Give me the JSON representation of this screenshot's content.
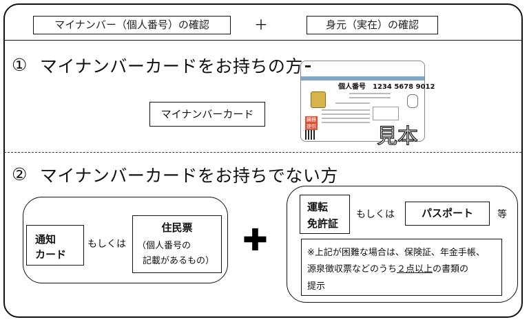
{
  "header": {
    "left_label": "マイナンバー（個人番号）の確認",
    "plus": "＋",
    "right_label": "身元（実在）の確認"
  },
  "section1": {
    "number": "①",
    "title": "マイナンバーカードをお持ちの方",
    "card_box_label": "マイナンバーカード",
    "sample_card": {
      "number_line": "個人番号　1234 5678 9012",
      "seal_text": "臓器提供",
      "sample_mark": "見本"
    }
  },
  "section2": {
    "number": "②",
    "title": "マイナンバーカードをお持ちでない方",
    "left_group": {
      "tsuchi_label_line1": "通知",
      "tsuchi_label_line2": "カード",
      "or_text": "もしくは",
      "juminhyo_title": "住民票",
      "juminhyo_note_line1": "（個人番号の",
      "juminhyo_note_line2": "記載があるもの）"
    },
    "plus_big": "✚",
    "right_group": {
      "license_line1": "運転",
      "license_line2": "免許証",
      "or_text": "もしくは",
      "passport": "パスポート",
      "etc": "等",
      "note_line1": "※上記が困難な場合は、保険証、年金手帳、",
      "note_line2_a": "源泉徴収票などのうち",
      "note_line2_b": "２点以上",
      "note_line2_c": "の書類の",
      "note_line3": "提示"
    }
  }
}
